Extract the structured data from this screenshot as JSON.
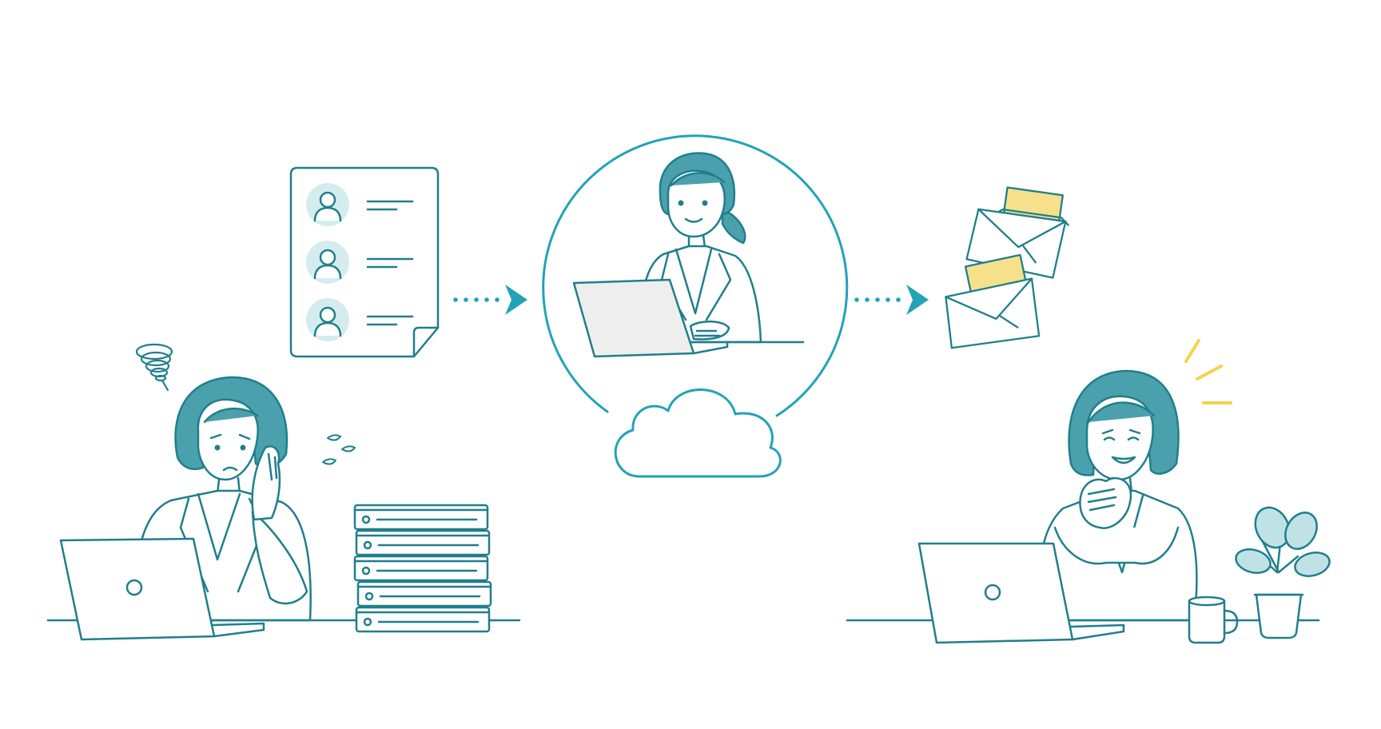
{
  "palette": {
    "ink": "#1f7f8c",
    "accent": "#22a3b8",
    "hair": "#4aa1ad",
    "skin": "#ffffff",
    "screen": "#eeeeee",
    "avatar_bg": "#d5ecef",
    "envelope_paper": "#f6e08a",
    "spark": "#f2d44c",
    "leaf": "#bfe2e7"
  },
  "scene": {
    "stressed_worker": {
      "icon": "stress-spiral-icon",
      "mood": "worried"
    },
    "contact_list": {
      "entries": 3,
      "icon": "person-icon"
    },
    "flow_arrows": {
      "icon": "dotted-arrow-icon"
    },
    "cloud_worker": {
      "icon": "cloud-icon",
      "mood": "smiling"
    },
    "mail_out": {
      "envelopes": 2,
      "icon": "envelope-icon"
    },
    "happy_worker": {
      "icon": "sparkle-icon",
      "mood": "delighted"
    }
  }
}
